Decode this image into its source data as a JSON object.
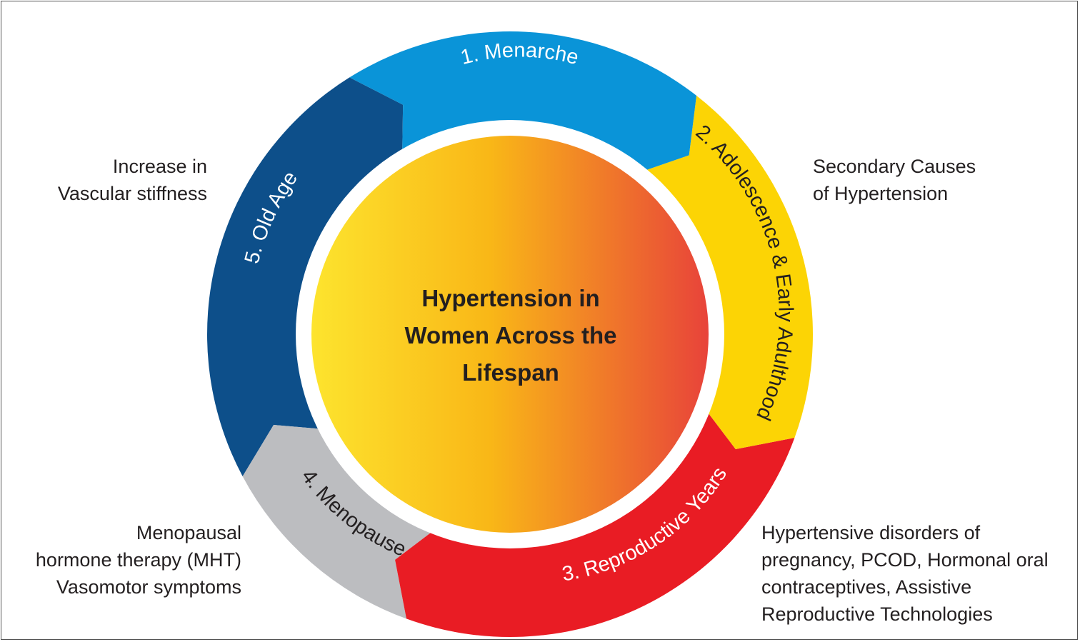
{
  "center_title": "Hypertension in\nWomen Across the\nLifespan",
  "stages": [
    {
      "label": "1. Menarche",
      "color": "#0a94d8",
      "text_color": "#ffffff"
    },
    {
      "label": "2. Adolescence & Early Adulthood",
      "color": "#fcd405",
      "text_color": "#231f20"
    },
    {
      "label": "3. Reproductive Years",
      "color": "#e91c24",
      "text_color": "#ffffff"
    },
    {
      "label": "4. Menopause",
      "color": "#bcbdc0",
      "text_color": "#231f20"
    },
    {
      "label": "5. Old Age",
      "color": "#0d4f8a",
      "text_color": "#ffffff"
    }
  ],
  "notes": {
    "old_age": "Increase in\nVascular stiffness",
    "adolescence": "Secondary Causes\nof Hypertension",
    "menopause": "Menopausal\nhormone therapy (MHT)\nVasomotor symptoms",
    "reproductive": "Hypertensive disorders of\npregnancy, PCOD, Hormonal oral\ncontraceptives, Assistive\nReproductive Technologies"
  },
  "center_gradient": [
    "#fde42e",
    "#f9b717",
    "#e8433a"
  ]
}
